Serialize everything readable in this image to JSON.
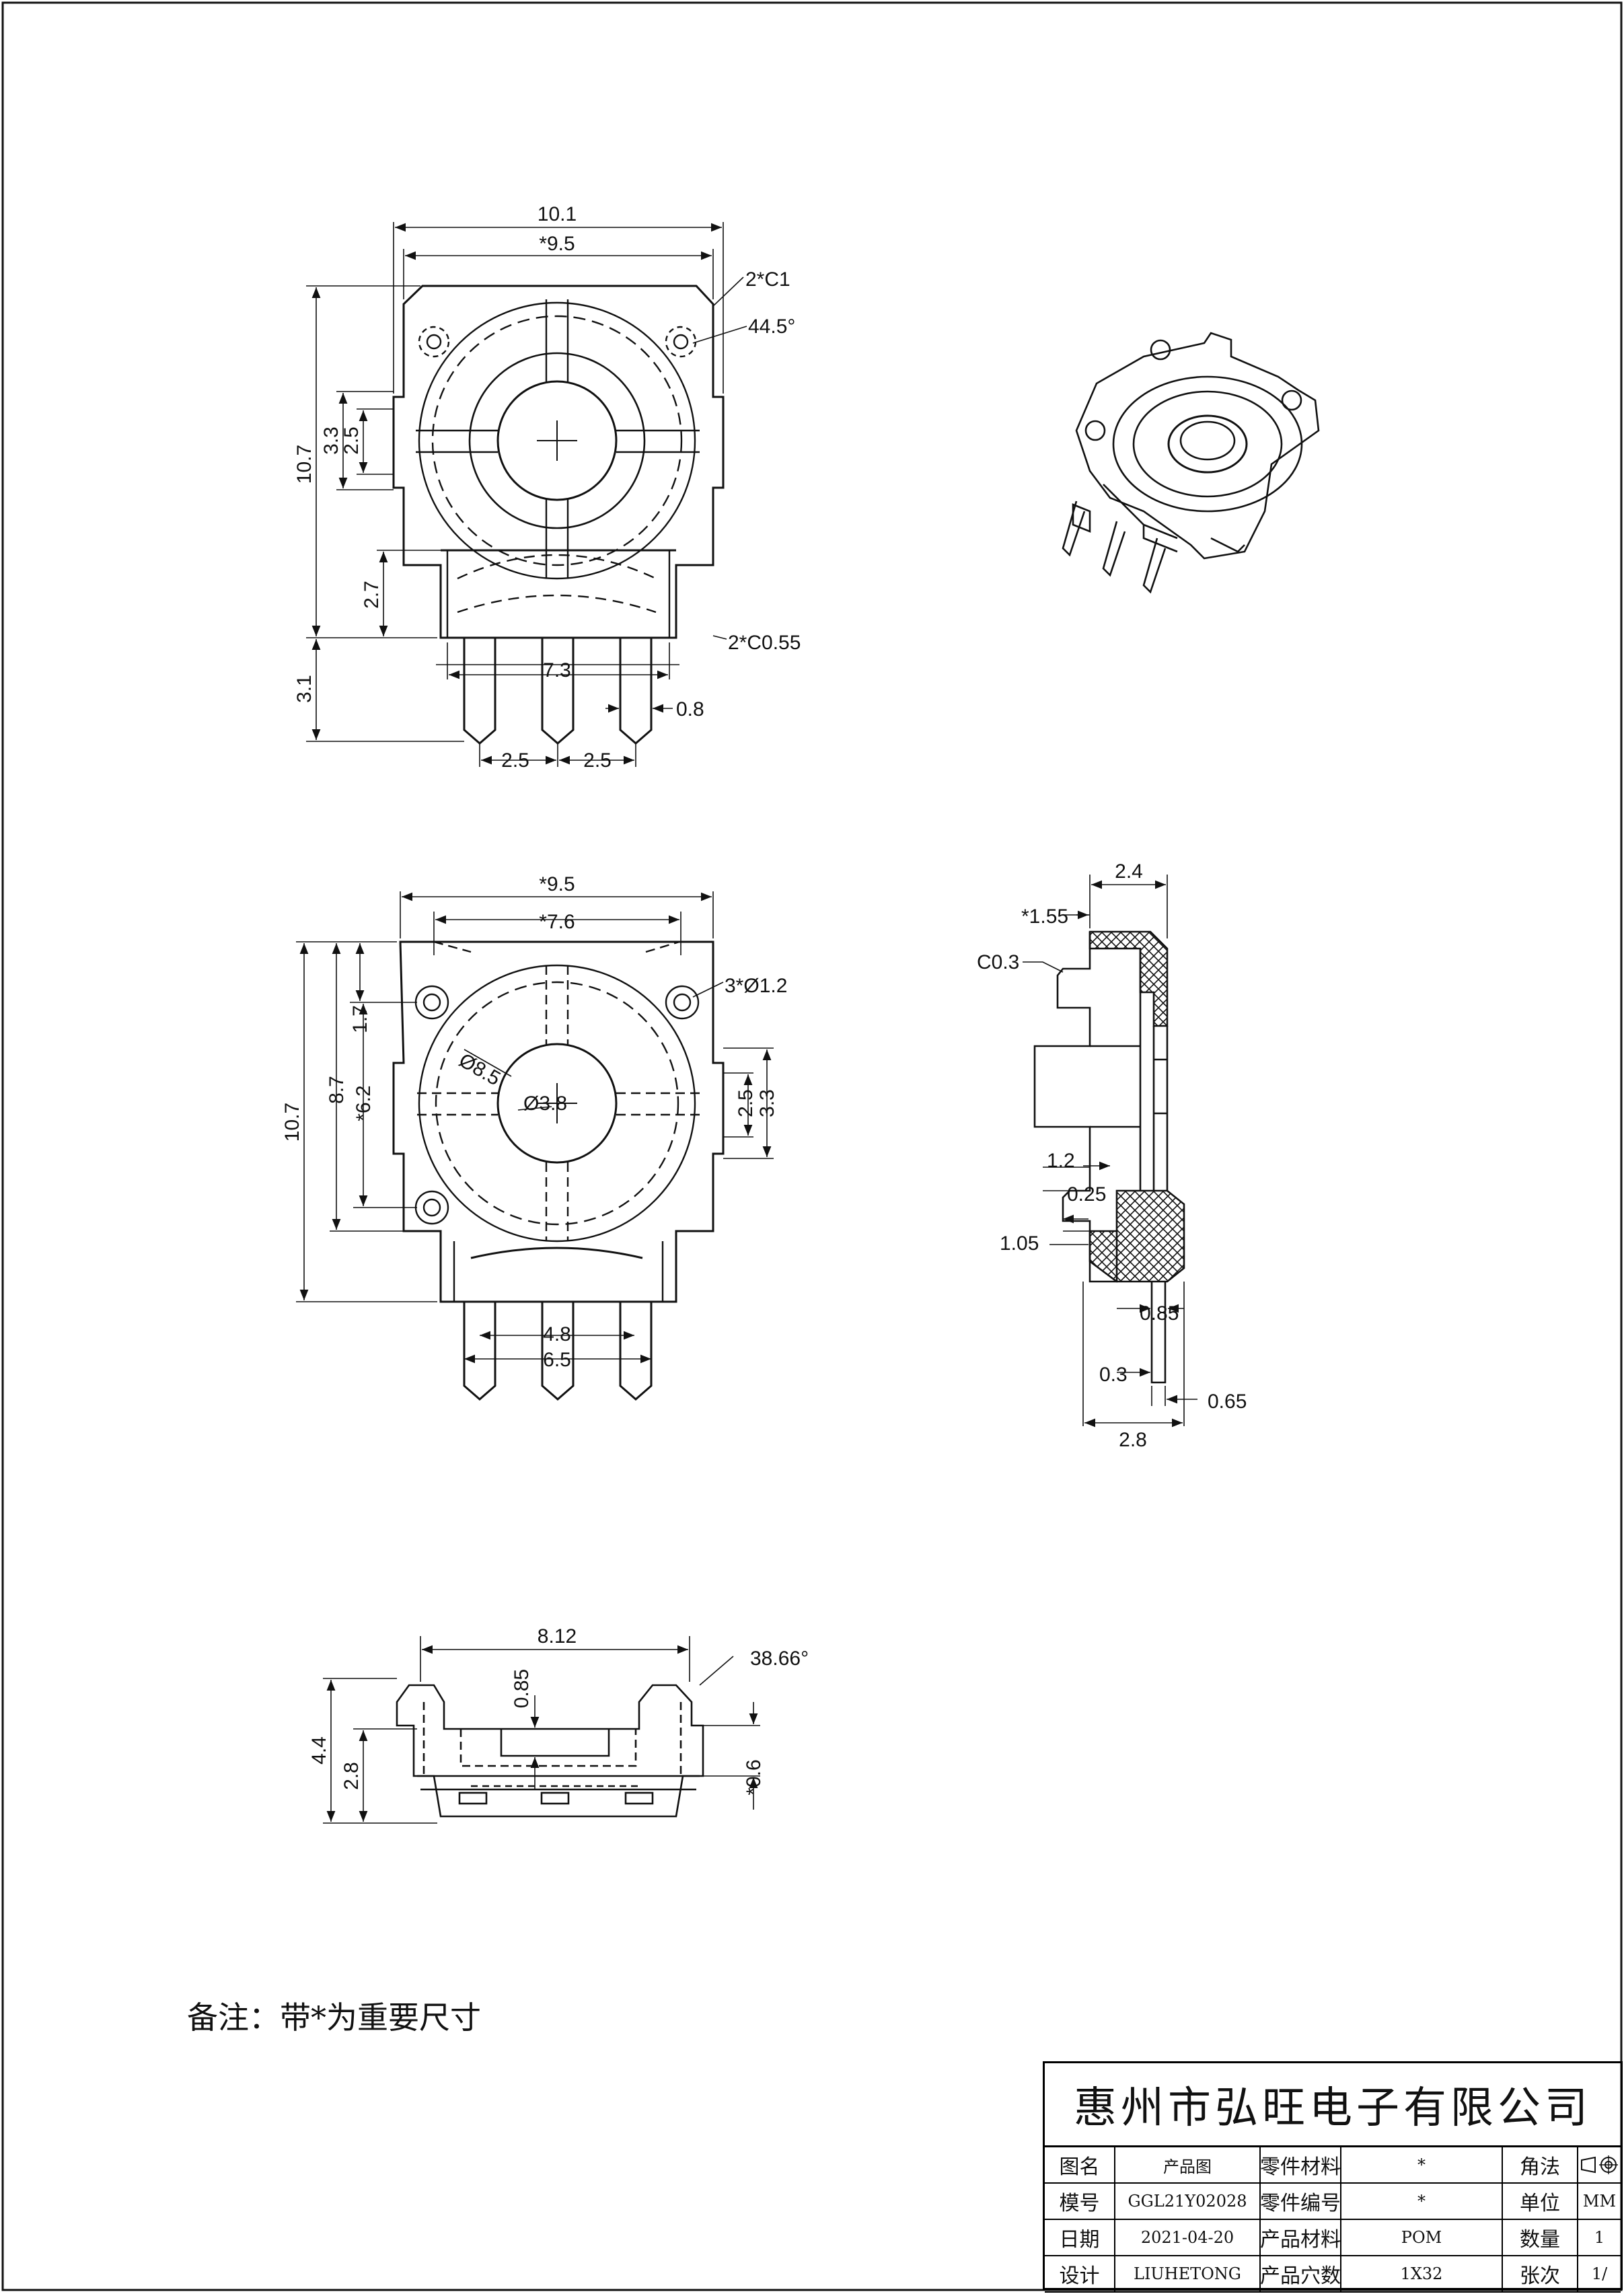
{
  "note": "备注：带*为重要尺寸",
  "title_block": {
    "company": "惠州市弘旺电子有限公司",
    "rows": [
      [
        "图名",
        "产品图",
        "零件材料",
        "*",
        "角法",
        ""
      ],
      [
        "模号",
        "GGL21Y02028",
        "零件编号",
        "*",
        "单位",
        "MM"
      ],
      [
        "日期",
        "2021-04-20",
        "产品材料",
        "POM",
        "数量",
        "1"
      ],
      [
        "设计",
        "LIUHETONG",
        "产品穴数",
        "1X32",
        "张次",
        "1/"
      ]
    ]
  },
  "dimensions": {
    "front": {
      "d_10_1": "10.1",
      "d_9_5": "*9.5",
      "d_2c1": "2*C1",
      "d_44_5": "44.5°",
      "d_10_7": "10.7",
      "d_3_3": "3.3",
      "d_2_5": "2.5",
      "d_2_7": "2.7",
      "d_3_1": "3.1",
      "d_7_3": "7.3",
      "d_2c055": "2*C0.55",
      "d_0_8": "0.8",
      "d_pitch_a": "2.5",
      "d_pitch_b": "2.5"
    },
    "back": {
      "d_9_5": "*9.5",
      "d_7_6": "*7.6",
      "d_3phi": "3*Ø1.2",
      "d_1_7": "1.7",
      "d_10_7": "10.7",
      "d_8_7": "8.7",
      "d_6_2": "*6.2",
      "d_phi85": "Ø8.5",
      "d_phi38": "Ø3.8",
      "d_2_5": "2.5",
      "d_3_3": "3.3",
      "d_4_8": "4.8",
      "d_6_5": "6.5"
    },
    "side": {
      "d_2_4": "2.4",
      "d_155": "*1.55",
      "d_c03": "C0.3",
      "d_1_2": "1.2",
      "d_0_25": "0.25",
      "d_1_05": "1.05",
      "d_0_85": "0.85",
      "d_0_3": "0.3",
      "d_0_65": "0.65",
      "d_2_8": "2.8"
    },
    "bottom": {
      "d_8_12": "8.12",
      "d_38_66": "38.66°",
      "d_0_85": "0.85",
      "d_4_4": "4.4",
      "d_2_8": "2.8",
      "d_0_6": "*0.6"
    }
  }
}
